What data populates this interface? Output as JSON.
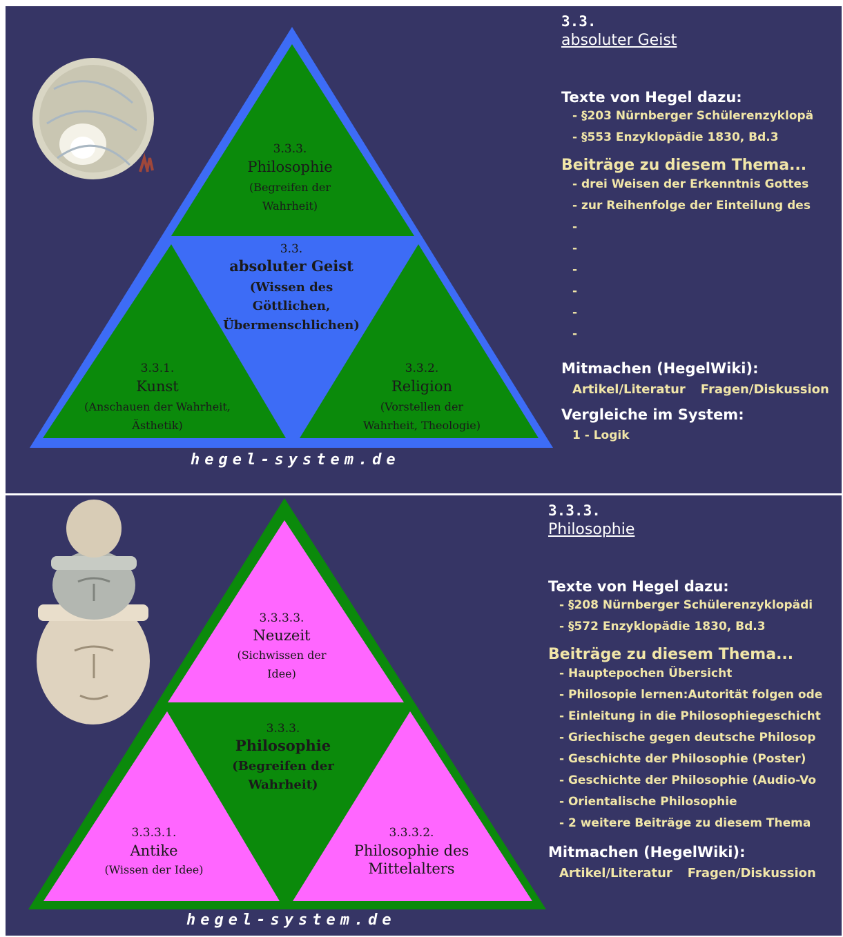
{
  "panel1": {
    "triangle": {
      "top": {
        "number": "3.3.3.",
        "title": "Philosophie",
        "sub1": "(Begreifen der",
        "sub2": "Wahrheit)"
      },
      "center": {
        "number": "3.3.",
        "title": "absoluter Geist",
        "sub1": "(Wissen des",
        "sub2": "Göttlichen,",
        "sub3": "Übermenschlichen)"
      },
      "left": {
        "number": "3.3.1.",
        "title": "Kunst",
        "sub1": "(Anschauen der Wahrheit,",
        "sub2": "Ästhetik)"
      },
      "right": {
        "number": "3.3.2.",
        "title": "Religion",
        "sub1": "(Vorstellen der",
        "sub2": "Wahrheit, Theologie)"
      }
    },
    "brand": "hegel-system.de",
    "side": {
      "number": "3.3.",
      "title": "absoluter Geist",
      "texts_heading": "Texte von Hegel dazu:",
      "texts": [
        "- §203 Nürnberger Schülerenzyklopä",
        "- §553 Enzyklopädie 1830, Bd.3"
      ],
      "contrib_heading": "Beiträge zu diesem Thema...",
      "contrib": [
        "- drei Weisen der Erkenntnis Gottes",
        "- zur Reihenfolge der Einteilung des",
        "-",
        "-",
        "-",
        "-",
        "-",
        "-"
      ],
      "wiki_heading": "Mitmachen (HegelWiki):",
      "wiki_links": [
        "Artikel/Literatur",
        "Fragen/Diskussion"
      ],
      "compare_heading": "Vergleiche im System:",
      "compare": [
        "1 - Logik"
      ]
    }
  },
  "panel2": {
    "triangle": {
      "top": {
        "number": "3.3.3.3.",
        "title": "Neuzeit",
        "sub1": "(Sichwissen der",
        "sub2": "Idee)"
      },
      "center": {
        "number": "3.3.3.",
        "title": "Philosophie",
        "sub1": "(Begreifen der",
        "sub2": "Wahrheit)"
      },
      "left": {
        "number": "3.3.3.1.",
        "title": "Antike",
        "sub1": "(Wissen der Idee)"
      },
      "right": {
        "number": "3.3.3.2.",
        "title": "Philosophie des",
        "sub1": "Mittelalters"
      }
    },
    "brand": "hegel-system.de",
    "side": {
      "number": "3.3.3.",
      "title": "Philosophie",
      "texts_heading": "Texte von Hegel dazu:",
      "texts": [
        "- §208 Nürnberger Schülerenzyklopädi",
        "- §572 Enzyklopädie 1830, Bd.3"
      ],
      "contrib_heading": "Beiträge zu diesem Thema...",
      "contrib": [
        "- Hauptepochen Übersicht",
        "- Philosopie lernen:Autorität folgen ode",
        "- Einleitung in die Philosophiegeschicht",
        "- Griechische gegen deutsche Philosop",
        "- Geschichte der Philosophie (Poster)",
        "- Geschichte der Philosophie (Audio-Vo",
        "- Orientalische Philosophie",
        "- 2 weitere Beiträge zu diesem Thema"
      ],
      "wiki_heading": "Mitmachen (HegelWiki):",
      "wiki_links": [
        "Artikel/Literatur",
        "Fragen/Diskussion"
      ]
    }
  },
  "colors": {
    "bg": "#363565",
    "blue": "#3d6cf6",
    "green": "#0b8a0b",
    "magenta": "#ff66ff",
    "gold": "#f1e6a8"
  }
}
